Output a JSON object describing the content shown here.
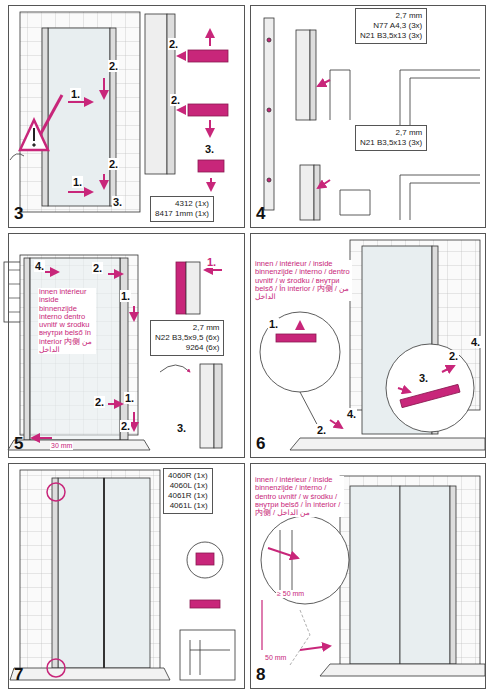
{
  "diagram": {
    "nodes": [
      {
        "text": [
          "3"
        ]
      },
      {
        "text": [
          "4312 (1x)",
          "8417 1mm (1x)"
        ],
        "in": 0
      },
      {
        "text": [
          "4"
        ]
      },
      {
        "text": [
          "2,7 mm",
          "N77 A4,3 (3x)",
          "N21 B3,5x13 (3x)"
        ],
        "in": 2
      },
      {
        "text": [
          "2,7 mm",
          "N21 B3,5x13 (3x)"
        ],
        "in": 2
      },
      {
        "text": [
          "5"
        ]
      },
      {
        "text": [
          "2,7 mm",
          "N22 B3,5x9,5 (6x)",
          "9264 (6x)"
        ],
        "in": 5
      },
      {
        "text": [
          "6"
        ]
      },
      {
        "text": [
          "7"
        ]
      },
      {
        "text": [
          "4060R (1x)",
          "4060L (1x)",
          "4061R (1x)",
          "4061L (1x)"
        ],
        "in": 8
      },
      {
        "text": [
          "8"
        ]
      }
    ],
    "labels": [
      "1.",
      "2.",
      "1.",
      "2.",
      "3.",
      "2.",
      "2.",
      "3.",
      "4.",
      "2.",
      "1.",
      "innen intérieur inside binnenzijde interno dentro uvnitř w środku внутри belső în interior 内侧 من الداخل",
      "2.",
      "1.",
      "2.",
      "30 mm",
      "1.",
      "3.",
      "innen / intérieur / inside binnenzijde / interno / dentro uvnitř / w środku / внутри belső / În interior / 内侧 / من الداخل",
      "1.",
      "2.",
      "4.",
      "3.",
      "2.",
      "4.",
      "innen / intérieur / inside binnenzijde / interno / dentro uvnitř / w środku / внутри belső / În interior / 内侧 / من الداخل",
      "≥ 50 mm",
      "50 mm"
    ]
  }
}
